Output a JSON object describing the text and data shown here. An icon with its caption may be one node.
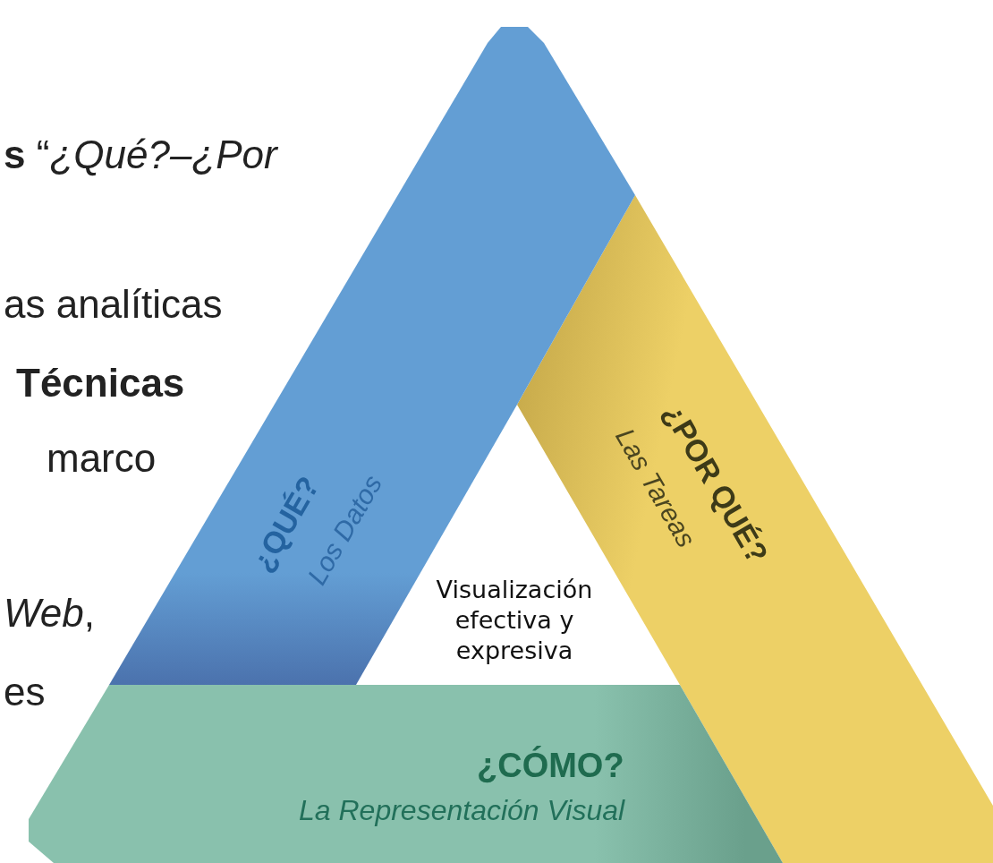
{
  "diagram": {
    "nodes": [
      {
        "text": [
          "¿QUÉ?",
          "Los Datos"
        ]
      },
      {
        "text": [
          "¿POR QUÉ?",
          "Las Tareas"
        ]
      },
      {
        "text": [
          "¿CÓMO?",
          "La Representación Visual"
        ]
      }
    ],
    "labels": [
      "**s** “*¿Qué?–¿Por*",
      "as analíticas",
      "Técnicas",
      "marco",
      "*Web*,",
      "es",
      "Visualización efectiva y expresiva"
    ]
  }
}
